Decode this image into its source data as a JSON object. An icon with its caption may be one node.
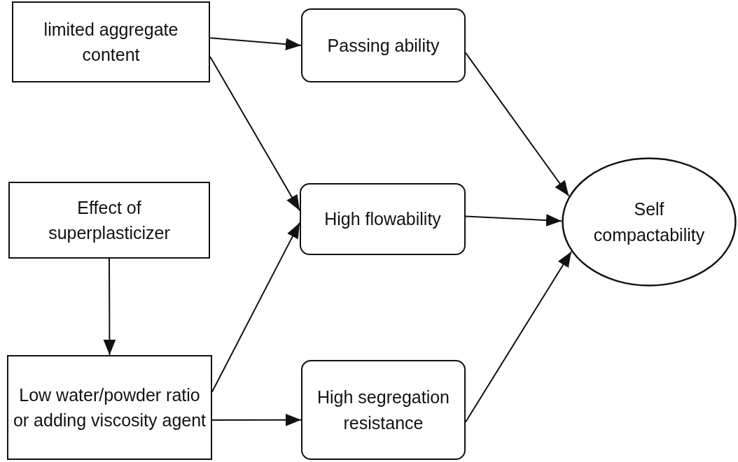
{
  "diagram": {
    "nodes": [
      {
        "text": [
          "limited aggregate content"
        ]
      },
      {
        "text": [
          "Effect of superplasticizer"
        ]
      },
      {
        "text": [
          "Low water/powder ratio or adding viscosity agent"
        ]
      },
      {
        "text": [
          "Passing ability"
        ]
      },
      {
        "text": [
          "High flowability"
        ]
      },
      {
        "text": [
          "High segregation resistance"
        ]
      },
      {
        "text": [
          "Self compactability"
        ]
      }
    ],
    "edges": [
      {
        "from": 0,
        "to": 3,
        "arrow": "to"
      },
      {
        "from": 0,
        "to": 4,
        "arrow": "to"
      },
      {
        "from": 1,
        "to": 2,
        "arrow": "to"
      },
      {
        "from": 2,
        "to": 4,
        "arrow": "to"
      },
      {
        "from": 2,
        "to": 5,
        "arrow": "to"
      },
      {
        "from": 3,
        "to": 6,
        "arrow": "to"
      },
      {
        "from": 4,
        "to": 6,
        "arrow": "to"
      },
      {
        "from": 5,
        "to": 6,
        "arrow": "to"
      }
    ]
  }
}
